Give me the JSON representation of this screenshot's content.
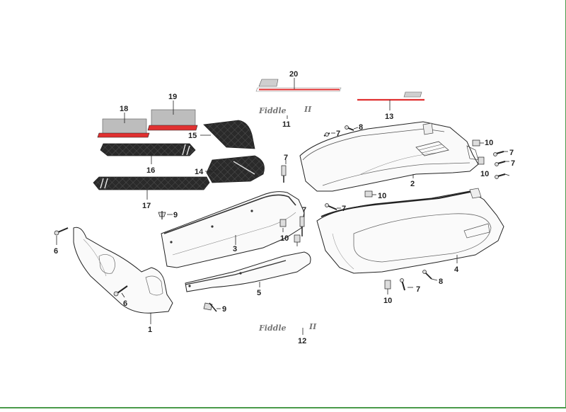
{
  "diagram": {
    "callouts": [
      "1",
      "2",
      "3",
      "4",
      "5",
      "6",
      "6",
      "7",
      "7",
      "7",
      "7",
      "7",
      "7",
      "7",
      "8",
      "8",
      "9",
      "9",
      "10",
      "10",
      "10",
      "10",
      "10",
      "11",
      "12",
      "13",
      "14",
      "15",
      "16",
      "17",
      "18",
      "19",
      "20"
    ],
    "logo_text": "Fiddle",
    "logo_suffix": "II"
  },
  "colors": {
    "line": "#222222",
    "decal_red": "#e03030",
    "decal_gray": "#bdbdbd",
    "decal_dark": "#2a2a2a",
    "frame_green": "#4a9a4a"
  }
}
